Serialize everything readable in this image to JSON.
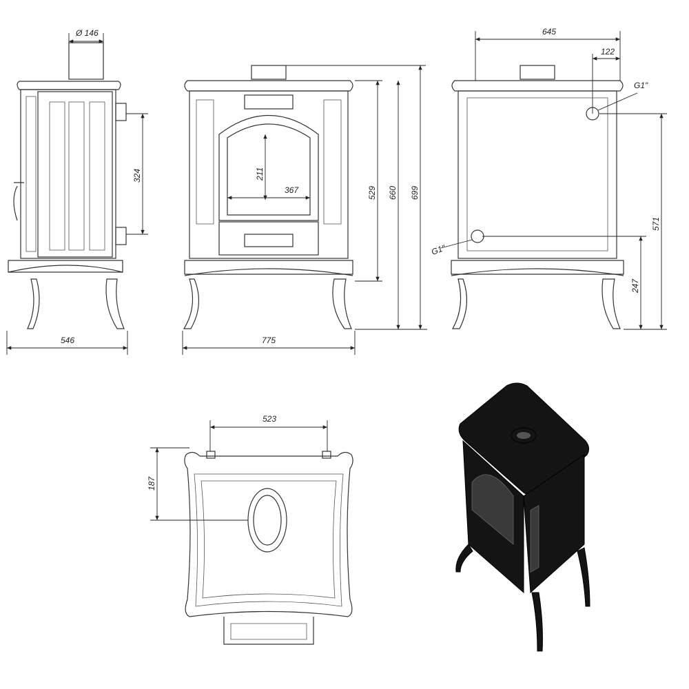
{
  "side_view": {
    "flue_diameter": "Ø 146",
    "outlet_height": "324",
    "depth": "546"
  },
  "front_view": {
    "door_height": "211",
    "door_width": "367",
    "height_529": "529",
    "height_660": "660",
    "height_699": "699",
    "width": "775"
  },
  "back_view": {
    "width": "645",
    "offset": "122",
    "connection_top": "G1\"",
    "connection_bottom": "G1\"",
    "height_571": "571",
    "height_247": "247"
  },
  "top_view": {
    "width": "523",
    "depth": "187"
  },
  "colors": {
    "line": "#333333",
    "stove_body": "#141414"
  }
}
